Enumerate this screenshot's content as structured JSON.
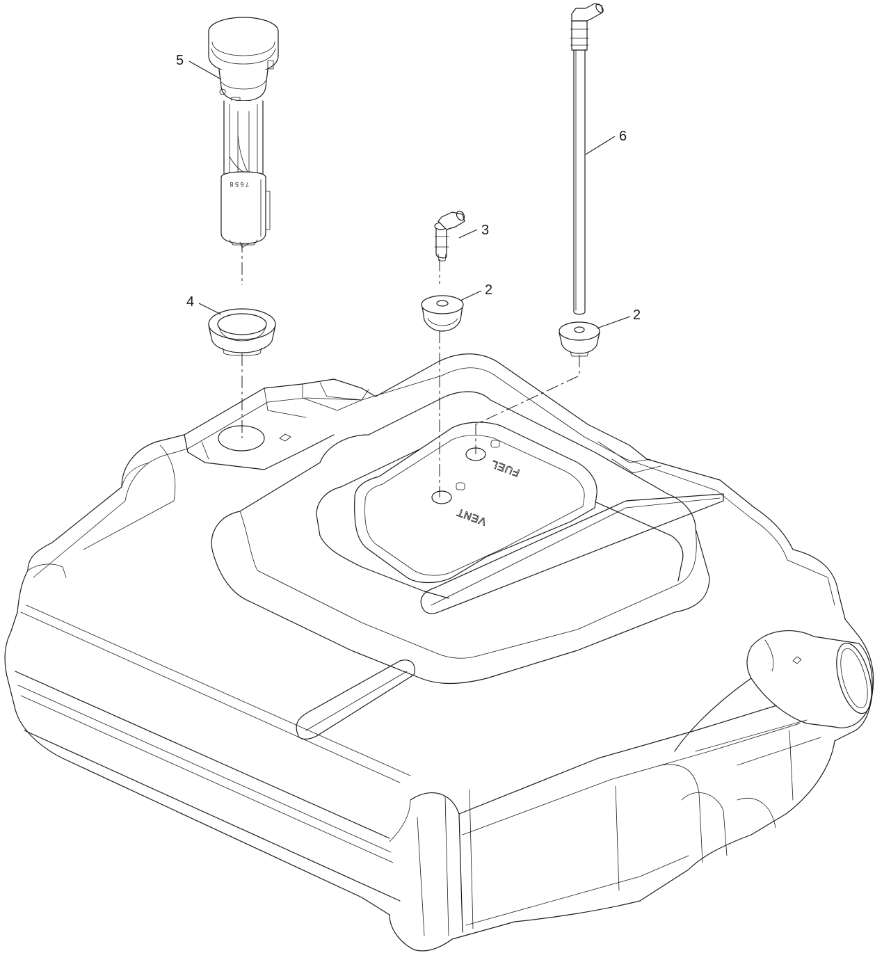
{
  "diagram": {
    "callouts": [
      {
        "id": "c5",
        "label": "5",
        "part": "fuel-sender"
      },
      {
        "id": "c4",
        "label": "4",
        "part": "sender-grommet"
      },
      {
        "id": "c3",
        "label": "3",
        "part": "elbow-fitting"
      },
      {
        "id": "c2a",
        "label": "2",
        "part": "vent-grommet"
      },
      {
        "id": "c2b",
        "label": "2",
        "part": "fuel-grommet"
      },
      {
        "id": "c6",
        "label": "6",
        "part": "pickup-tube"
      }
    ],
    "tank_labels": {
      "fuel": "FUEL",
      "vent": "VENT"
    },
    "sender_marking": "7 6 5 8"
  }
}
